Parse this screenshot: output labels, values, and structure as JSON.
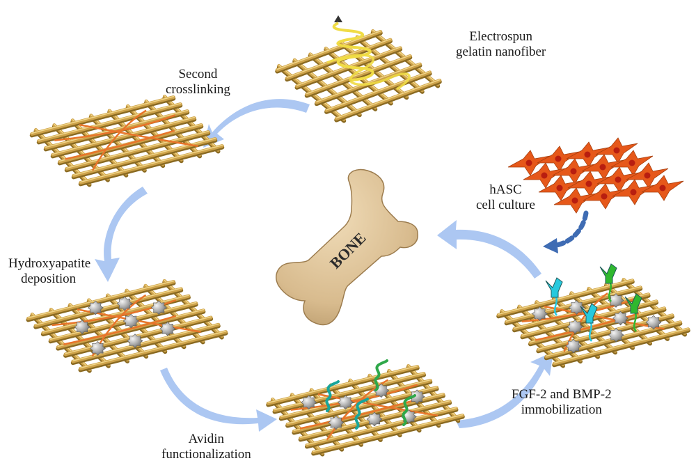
{
  "labels": {
    "step1": [
      "Electrospun",
      "gelatin nanofiber"
    ],
    "step2": [
      "Second",
      "crosslinking"
    ],
    "step3": [
      "Hydroxyapatite",
      "deposition"
    ],
    "step4": [
      "Avidin",
      "functionalization"
    ],
    "step5": [
      "FGF-2 and BMP-2",
      "immobilization"
    ],
    "step6": [
      "hASC",
      "cell culture"
    ],
    "center": "BONE"
  },
  "colors": {
    "fiber": "#cda24a",
    "fiber_dark": "#8a6a22",
    "fiber_light": "#f1d68a",
    "nanofiber_yellow": "#f0dc46",
    "crosslink": "#e8742a",
    "hydroxyapatite": "#a8a8a8",
    "avidin_teal": "#18a59a",
    "avidin_green": "#2fa84a",
    "fgf2": "#27c9de",
    "bmp2": "#2fb82f",
    "cell_orange": "#e6581a",
    "cell_nucleus": "#b81e10",
    "arrow_blue": "#7ba6e8",
    "dotted_arrow": "#3f6cb3",
    "bone": "#dcc196"
  }
}
